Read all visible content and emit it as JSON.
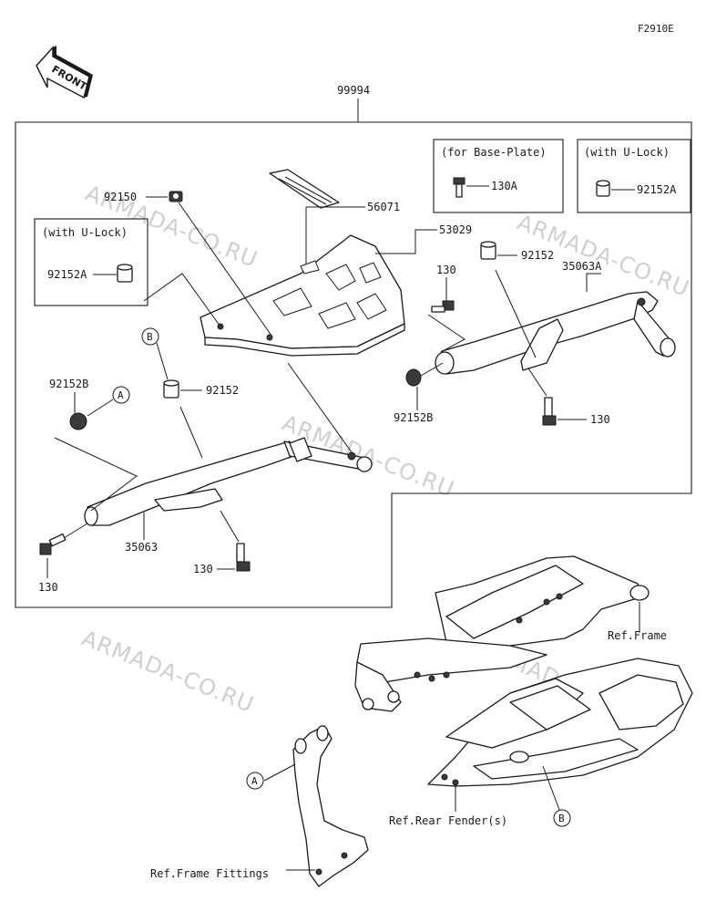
{
  "figure_code": "F2910E",
  "front_label": "FRONT",
  "watermark": "ARMADA-CO.RU",
  "kit_part": "99994",
  "labels": {
    "l56071": "56071",
    "l53029": "53029",
    "l92150": "92150",
    "l92152_top": "92152",
    "l35063A": "35063A",
    "l130_a": "130",
    "l130_b": "130",
    "l92152B_right": "92152B",
    "l92152B_left": "92152B",
    "l92152_left": "92152",
    "l35063": "35063",
    "l130_c": "130",
    "l130_d": "130",
    "l130A": "130A",
    "l92152A_left": "92152A",
    "l92152A_right": "92152A"
  },
  "callouts": {
    "A": "A",
    "B": "B"
  },
  "boxes": {
    "base_plate": "(for Base-Plate)",
    "ulock_right": "(with U-Lock)",
    "ulock_left": "(with U-Lock)"
  },
  "refs": {
    "frame": "Ref.Frame",
    "rear_fender": "Ref.Rear Fender(s)",
    "frame_fittings": "Ref.Frame Fittings"
  }
}
